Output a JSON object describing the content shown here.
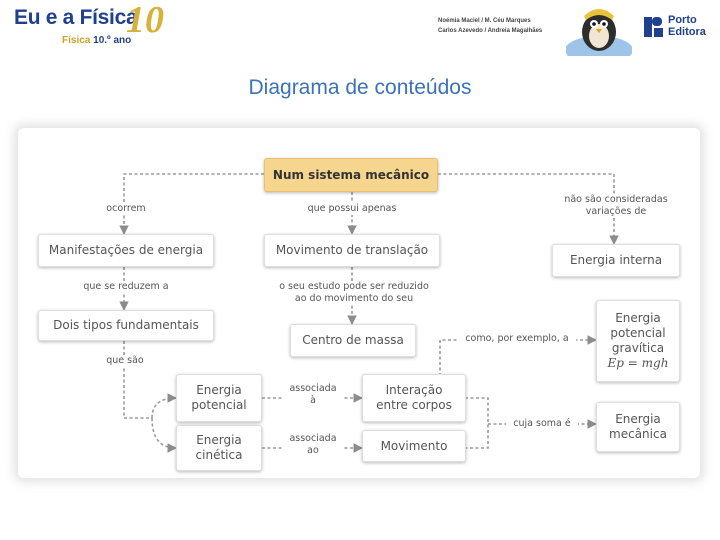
{
  "header": {
    "logo_text": "Eu e a Física",
    "logo_number": "10",
    "logo_sub_a": "Física",
    "logo_sub_b": "10.º ano",
    "authors_line1": "Noémia Maciel / M. Céu Marques",
    "authors_line2": "Carlos Azevedo / Andreia Magalhães",
    "publisher": "Porto\nEditora"
  },
  "title": "Diagrama de conteúdos",
  "diagram": {
    "nodes": {
      "root": "Num sistema mecânico",
      "manifestacoes": "Manifestações de energia",
      "translacao": "Movimento de translação",
      "interna": "Energia interna",
      "dois_tipos": "Dois tipos fundamentais",
      "centro_massa": "Centro de massa",
      "potencial_grav": "Energia\npotencial\ngravítica",
      "potencial_grav_formula": "Ep = mgh",
      "potencial": "Energia\npotencial",
      "interacao": "Interação\nentre corpos",
      "cinetica": "Energia\ncinética",
      "movimento": "Movimento",
      "mecanica": "Energia\nmecânica"
    },
    "links": {
      "ocorrem": "ocorrem",
      "possui": "que possui apenas",
      "nao_consideradas": "não são consideradas\nvariações de",
      "reduzem": "que se reduzem a",
      "estudo": "o seu estudo pode ser reduzido\nao do movimento do seu",
      "exemplo": "como, por exemplo, a",
      "que_sao": "que são",
      "associada_a": "associada\nà",
      "associada_ao": "associada\nao",
      "soma": "cuja soma é"
    }
  }
}
